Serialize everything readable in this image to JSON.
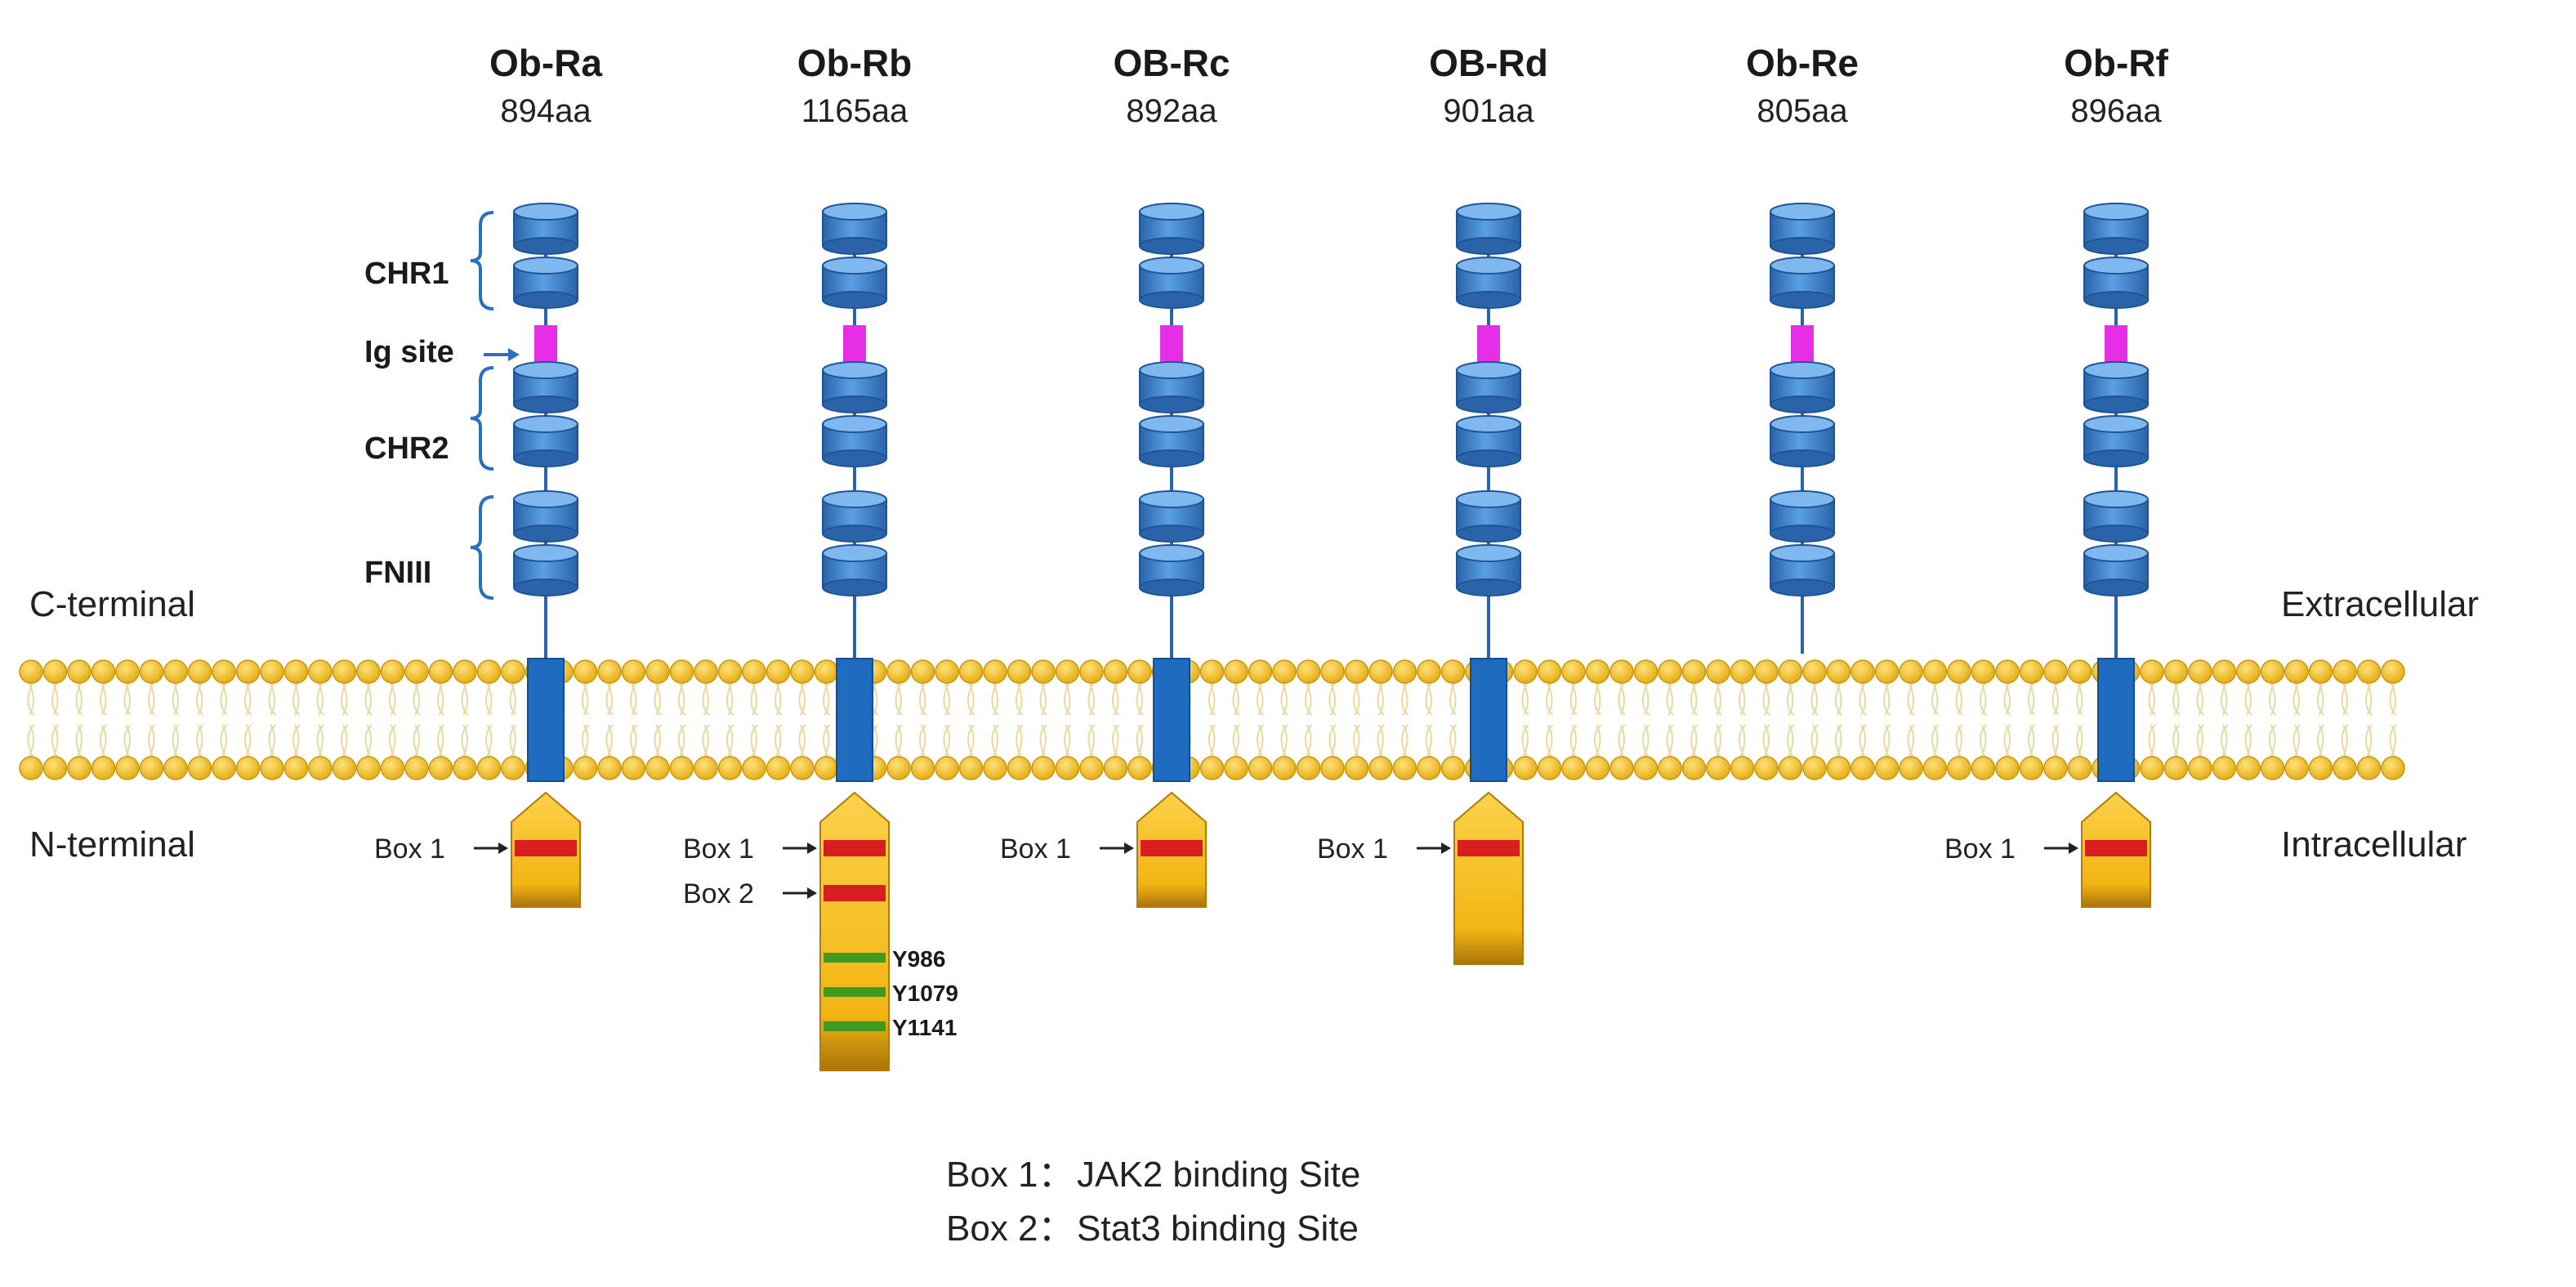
{
  "colors": {
    "background": "#ffffff",
    "domain_blue": "#4a8fd8",
    "domain_blue_dark": "#2a63a8",
    "ig_site": "#e62ee6",
    "transmembrane": "#1f6bbf",
    "lipid_head": "#f5c518",
    "lipid_tail": "#e9d9a0",
    "box_motif": "#d81e1e",
    "tyrosine": "#3f9a1e",
    "intracellular": "#f2b513",
    "bracket_blue": "#2a6fc2"
  },
  "side_labels": {
    "c_terminal": "C-terminal",
    "n_terminal": "N-terminal",
    "extracellular": "Extracellular",
    "intracellular": "Intracellular"
  },
  "domain_labels": {
    "chr1": "CHR1",
    "ig_site": "Ig site",
    "chr2": "CHR2",
    "fniii": "FNIII"
  },
  "isoforms": [
    {
      "name": "Ob-Ra",
      "length": "894aa",
      "has_ig": true,
      "tm": true,
      "tail": "short",
      "boxes": [
        "Box 1"
      ],
      "tyrosines": []
    },
    {
      "name": "Ob-Rb",
      "length": "1165aa",
      "has_ig": true,
      "tm": true,
      "tail": "long",
      "boxes": [
        "Box 1",
        "Box 2"
      ],
      "tyrosines": [
        "Y986",
        "Y1079",
        "Y1141"
      ]
    },
    {
      "name": "OB-Rc",
      "length": "892aa",
      "has_ig": true,
      "tm": true,
      "tail": "short",
      "boxes": [
        "Box 1"
      ],
      "tyrosines": []
    },
    {
      "name": "OB-Rd",
      "length": "901aa",
      "has_ig": true,
      "tm": true,
      "tail": "medium",
      "boxes": [
        "Box 1"
      ],
      "tyrosines": []
    },
    {
      "name": "Ob-Re",
      "length": "805aa",
      "has_ig": true,
      "tm": false,
      "tail": "none",
      "boxes": [],
      "tyrosines": []
    },
    {
      "name": "Ob-Rf",
      "length": "896aa",
      "has_ig": true,
      "tm": true,
      "tail": "short",
      "boxes": [
        "Box 1"
      ],
      "tyrosines": []
    }
  ],
  "legend": [
    {
      "key": "Box 1：",
      "value": "JAK2 binding Site"
    },
    {
      "key": "Box 2：",
      "value": "Stat3 binding Site"
    }
  ]
}
